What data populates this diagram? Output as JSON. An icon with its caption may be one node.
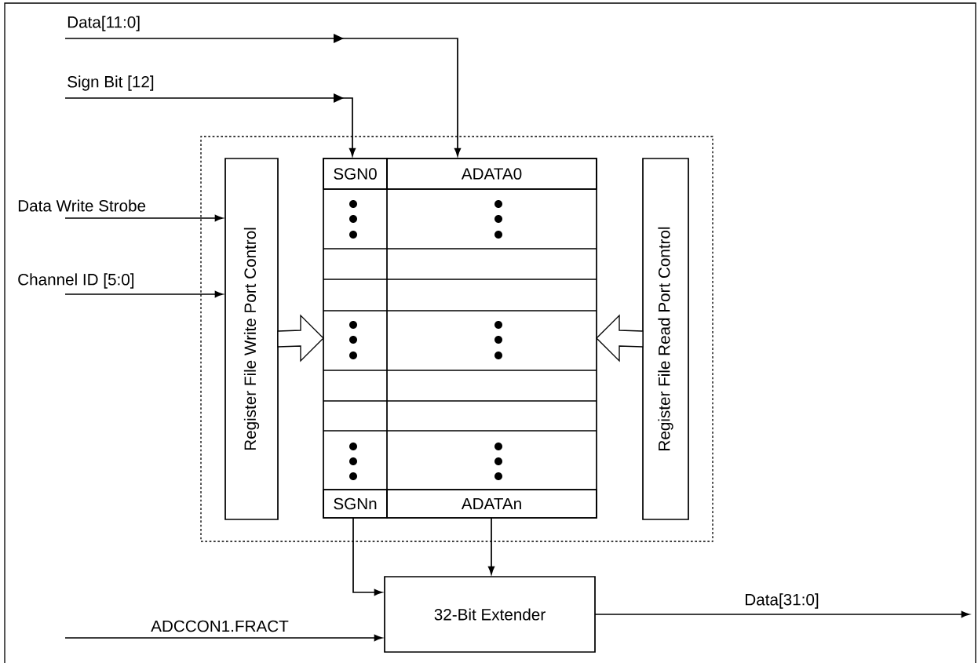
{
  "diagram": {
    "nodes": [
      {
        "text": [],
        "shape": "box"
      },
      {
        "text": [
          "Register File Write Port Control"
        ],
        "in": 0
      },
      {
        "text": [],
        "shape": "box",
        "in": 0
      },
      {
        "text": [
          "SGN0"
        ],
        "in": 2
      },
      {
        "text": [
          "ADATA0"
        ],
        "in": 2
      },
      {
        "text": [
          "SGNn"
        ],
        "in": 2
      },
      {
        "text": [
          "ADATAn"
        ],
        "in": 2
      },
      {
        "text": [
          "Register File Read Port Control"
        ],
        "in": 0
      },
      {
        "text": [
          "32-Bit Extender"
        ]
      }
    ],
    "edges": [
      {
        "from": null,
        "to": 4,
        "arrow": "to",
        "label": "Data[11:0]"
      },
      {
        "from": null,
        "to": 3,
        "arrow": "to",
        "label": "Sign Bit [12]"
      },
      {
        "from": null,
        "to": 1,
        "arrow": "to",
        "label": "Data Write Strobe"
      },
      {
        "from": null,
        "to": 1,
        "arrow": "to",
        "label": "Channel ID [5:0]"
      },
      {
        "from": 1,
        "to": 2,
        "arrow": "to",
        "style": "thick"
      },
      {
        "from": 7,
        "to": 2,
        "arrow": "to",
        "style": "thick"
      },
      {
        "from": 5,
        "to": 8,
        "arrow": "to"
      },
      {
        "from": 6,
        "to": 8,
        "arrow": "to"
      },
      {
        "from": null,
        "to": 8,
        "arrow": "to",
        "label": "ADCCON1.FRACT"
      },
      {
        "from": 8,
        "to": null,
        "arrow": "to",
        "label": "Data[31:0]"
      }
    ]
  }
}
